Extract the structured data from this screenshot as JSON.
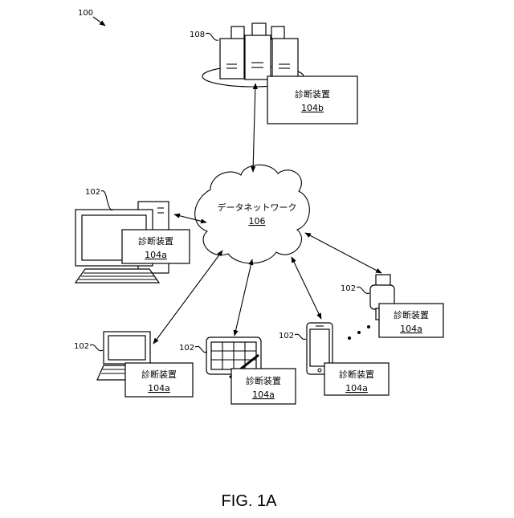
{
  "figure": {
    "number": "100",
    "caption": "FIG. 1A"
  },
  "network": {
    "label": "データネットワーク",
    "ref": "106"
  },
  "server": {
    "ref": "108",
    "device": {
      "label": "診断装置",
      "ref": "104b"
    }
  },
  "clients": [
    {
      "kind": "desktop",
      "ref": "102",
      "device": {
        "label": "診断装置",
        "ref": "104a"
      }
    },
    {
      "kind": "laptop",
      "ref": "102",
      "device": {
        "label": "診断装置",
        "ref": "104a"
      }
    },
    {
      "kind": "tablet",
      "ref": "102",
      "device": {
        "label": "診断装置",
        "ref": "104a"
      }
    },
    {
      "kind": "phone",
      "ref": "102",
      "device": {
        "label": "診断装置",
        "ref": "104a"
      }
    },
    {
      "kind": "watch",
      "ref": "102",
      "device": {
        "label": "診断装置",
        "ref": "104a"
      }
    }
  ]
}
